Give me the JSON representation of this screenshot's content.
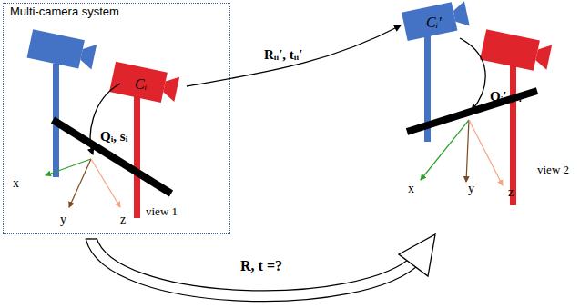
{
  "diagram": {
    "nodes": [
      {
        "text": [
          "Multi-camera system"
        ]
      }
    ],
    "labels": [
      "Cᵢ",
      "Qᵢ, sᵢ",
      "x",
      "y",
      "z",
      "view 1",
      "Rᵢᵢ′, tᵢᵢ′",
      "Cᵢ′",
      "Qᵢ′, sᵢ′",
      "x",
      "y",
      "z",
      "view 2",
      "R, t =?"
    ]
  }
}
